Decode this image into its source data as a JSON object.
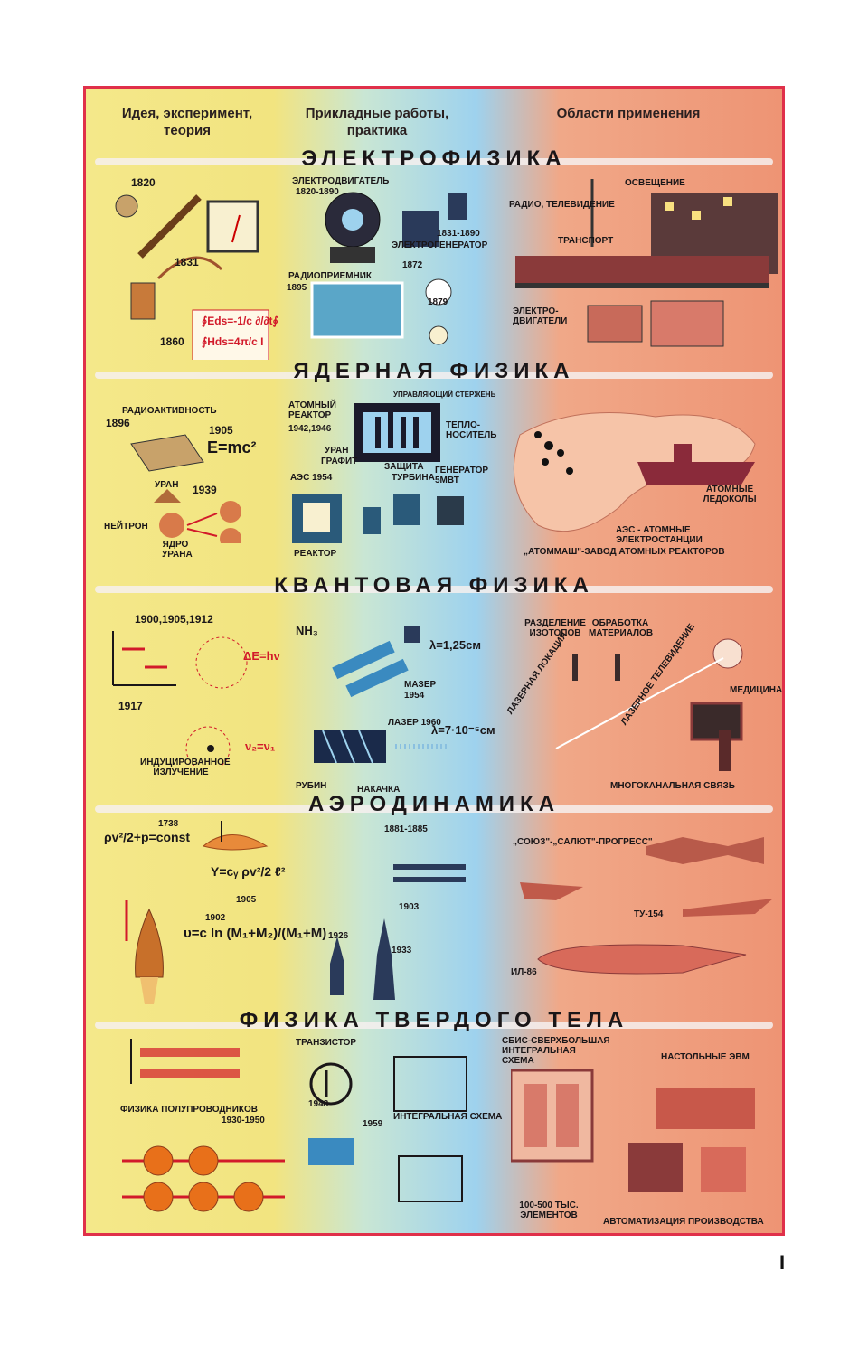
{
  "columns": {
    "left": "Идея, эксперимент, теория",
    "middle_line1": "Прикладные работы,",
    "middle_line2": "практика",
    "right": "Области применения"
  },
  "sections": {
    "electro": {
      "title": "ЭЛЕКТРОФИЗИКА",
      "years": [
        "1820",
        "1831",
        "1860",
        "1820-1890",
        "1831-1890",
        "1872",
        "1895",
        "1879"
      ],
      "formula1": "∮Eds=-1/c ∂/∂t∮",
      "formula2": "∮Hds=4π/c I",
      "labels": {
        "motor": "ЭЛЕКТРОДВИГАТЕЛЬ",
        "generator": "ЭЛЕКТРОГЕНЕРАТОР",
        "radio_receiver": "РАДИОПРИЕМНИК",
        "radio_tv": "РАДИО, ТЕЛЕВИДЕНИЕ",
        "lighting": "ОСВЕЩЕНИЕ",
        "transport": "ТРАНСПОРТ",
        "motors": "ЭЛЕКТРО- ДВИГАТЕЛИ"
      }
    },
    "nuclear": {
      "title": "ЯДЕРНАЯ ФИЗИКА",
      "years": [
        "1896",
        "1905",
        "1939",
        "1942,1946",
        "1954"
      ],
      "formula": "E=mc²",
      "labels": {
        "radioactivity": "РАДИОАКТИВНОСТЬ",
        "uranium": "УРАН",
        "neutron": "НЕЙТРОН",
        "nucleus": "ЯДРО УРАНА",
        "reactor": "АТОМНЫЙ РЕАКТОР",
        "control_rod": "УПРАВЛЯЮЩИЙ СТЕРЖЕНЬ",
        "coolant": "ТЕПЛО- НОСИТЕЛЬ",
        "uran2": "УРАН",
        "graphite": "ГРАФИТ",
        "protection": "ЗАЩИТА",
        "aes": "АЭС 1954",
        "turbine": "ТУРБИНА",
        "generator": "ГЕНЕРАТОР 5МВт",
        "reactor2": "РЕАКТОР",
        "icebreakers": "АТОМНЫЕ ЛЕДОКОЛЫ",
        "aes_plants": "АЭС - АТОМНЫЕ ЭЛЕКТРОСТАНЦИИ",
        "atommash": "„АТОММАШ\"-ЗАВОД АТОМНЫХ РЕАКТОРОВ"
      }
    },
    "quantum": {
      "title": "КВАНТОВАЯ ФИЗИКА",
      "years": [
        "1900,1905,1912",
        "1917",
        "1954",
        "ЛАЗЕР 1960"
      ],
      "formulas": [
        "ΔE=hν",
        "ν₂=ν₁",
        "λ=1,25см",
        "λ=7·10⁻⁵см"
      ],
      "labels": {
        "nh3": "NH₃",
        "induced": "ИНДУЦИРОВАННОЕ ИЗЛУЧЕНИЕ",
        "maser": "МАЗЕР",
        "ruby": "РУБИН",
        "pump": "НАКАЧКА",
        "isotope": "РАЗДЕЛЕНИЕ ИЗОТОПОВ",
        "materials": "ОБРАБОТКА МАТЕРИАЛОВ",
        "medicine": "МЕДИЦИНА",
        "laser_location": "ЛАЗЕРНАЯ ЛОКАЦИЯ",
        "laser_tv": "ЛАЗЕРНОЕ ТЕЛЕВИДЕНИЕ",
        "multichannel": "МНОГОКАНАЛЬНАЯ СВЯЗЬ"
      }
    },
    "aero": {
      "title": "АЭРОДИНАМИКА",
      "years": [
        "1738",
        "1905",
        "1902",
        "1881-1885",
        "1903",
        "1926",
        "1933"
      ],
      "formulas": [
        "ρv²/2+p=const",
        "Y=cᵧ ρv²/2 ℓ²",
        "υ=c ln (M₁+M₂)/(M₁+M)"
      ],
      "labels": {
        "soyuz": "„СОЮЗ\"-„САЛЮТ\"-ПРОГРЕСС\"",
        "tu154": "ТУ-154",
        "il86": "ИЛ-86"
      }
    },
    "solid": {
      "title": "ФИЗИКА ТВЕРДОГО ТЕЛА",
      "years": [
        "1930-1950",
        "1948",
        "1959"
      ],
      "labels": {
        "semi": "ФИЗИКА ПОЛУПРОВОДНИКОВ",
        "transistor": "ТРАНЗИСТОР",
        "ic": "ИНТЕГРАЛЬНАЯ СХЕМА",
        "vlsi": "СБИС-СВЕРХБОЛЬШАЯ ИНТЕГРАЛЬНАЯ СХЕМА",
        "desktop": "НАСТОЛЬНЫЕ ЭВМ",
        "elements": "100-500 тыс. ЭЛЕМЕНТОВ",
        "automation": "АВТОМАТИЗАЦИЯ ПРОИЗВОДСТВА"
      }
    }
  },
  "page_number": "I"
}
